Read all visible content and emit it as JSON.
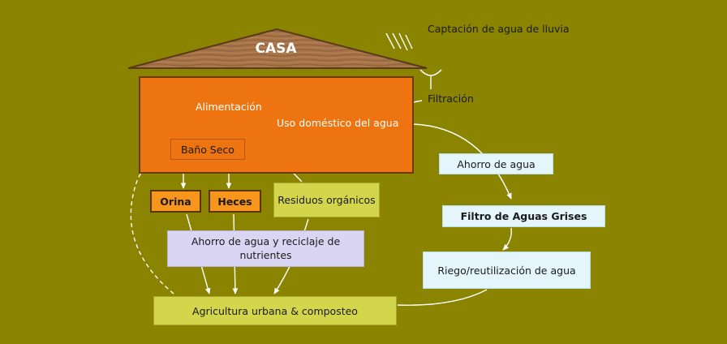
{
  "roof_title": "CASA",
  "rain_label": "Captación de agua de lluvia",
  "filtration_label": "Filtración",
  "house": {
    "alimentacion": "Alimentación",
    "uso_domestico": "Uso doméstico del agua",
    "bano_seco": "Baño Seco"
  },
  "boxes": {
    "orina": "Orina",
    "heces": "Heces",
    "residuos": "Residuos orgánicos",
    "ahorro_reciclaje": "Ahorro de agua y reciclaje de nutrientes",
    "agricultura": "Agricultura urbana & composteo",
    "ahorro_agua": "Ahorro de agua",
    "filtro": "Filtro de Aguas Grises",
    "riego": "Riego/reutilización de agua"
  },
  "colors": {
    "background": "#8a8400",
    "roof": "#a7744a",
    "house": "#ee7411",
    "waste_box": "#f7951d",
    "green_box": "#d3d64a",
    "lavender_box": "#d9d5f2",
    "water_box": "#e4f6fc"
  }
}
